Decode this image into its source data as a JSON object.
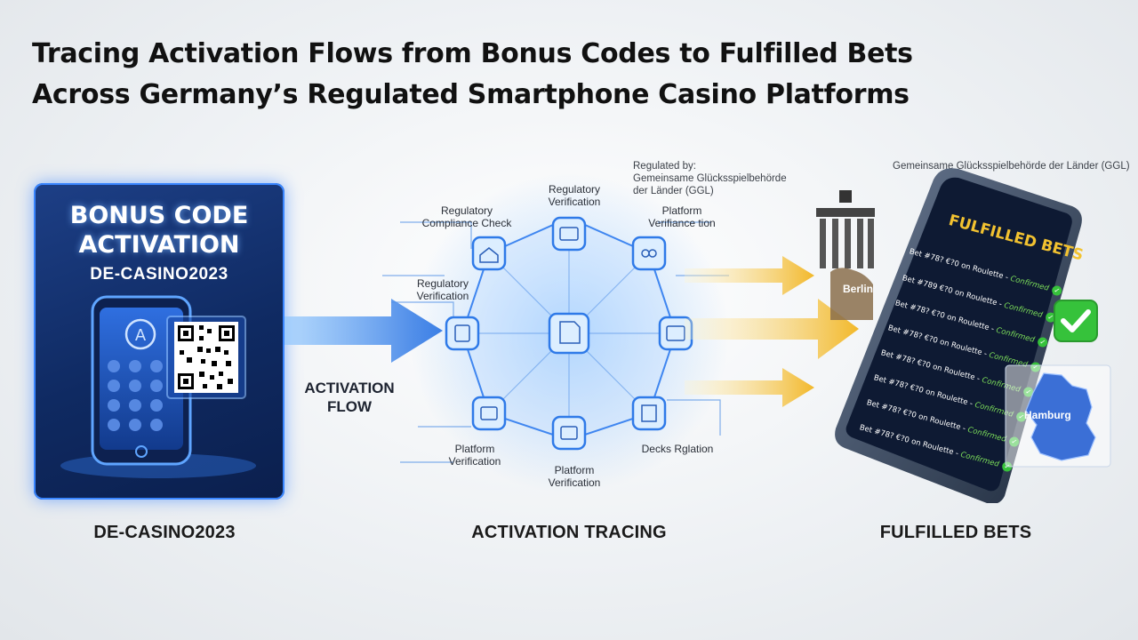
{
  "title": {
    "line1": "Tracing Activation Flows from Bonus Codes to Fulfilled Bets",
    "line2": "Across Germany’s Regulated Smartphone Casino Platforms"
  },
  "card": {
    "title_line1": "BONUS CODE",
    "title_line2": "ACTIVATION",
    "code": "DE-CASINO2023"
  },
  "flow": {
    "label_line1": "ACTIVATION",
    "label_line2": "FLOW"
  },
  "network": {
    "nodes": [
      {
        "id": "top",
        "line1": "Regulatory",
        "line2": "Verification"
      },
      {
        "id": "top-left",
        "line1": "Regulatory",
        "line2": "Compliance Check"
      },
      {
        "id": "top-right",
        "line1": "Platform",
        "line2": "Verifiance tion"
      },
      {
        "id": "left",
        "line1": "Regulatory",
        "line2": "Verification"
      },
      {
        "id": "bottom-left",
        "line1": "Platform",
        "line2": "Verification"
      },
      {
        "id": "bottom",
        "line1": "Platform",
        "line2": "Verification"
      },
      {
        "id": "bottom-right",
        "line1": "Decks Rglation",
        "line2": ""
      }
    ],
    "regulator_note": {
      "line1": "Regulated by:",
      "line2": "Gemeinsame Glücksspielbehörde",
      "line3": "der Länder (GGL)"
    }
  },
  "right": {
    "top_note": "Gemeinsame Glücksspielbehörde der Länder (GGL)",
    "phone_header": "FULFILLED BETS",
    "landmark_label": "Berlin",
    "map_label": "Hamburg",
    "bet_rows": [
      {
        "text": "Bet #78? €?0 on Roulette -",
        "status": "Confirmed"
      },
      {
        "text": "Bet #789 €?0 on Roulette -",
        "status": "Confirmed"
      },
      {
        "text": "Bet #78? €?0 on Roulette -",
        "status": "Confirmed"
      },
      {
        "text": "Bet #78? €?0 on Roulette -",
        "status": "Confirmed"
      },
      {
        "text": "Bet #78? €?0 on Roulette -",
        "status": "Confirmed"
      },
      {
        "text": "Bet #78? €?0 on Roulette -",
        "status": "Confirmed"
      },
      {
        "text": "Bet #78? €?0 on Roulette -",
        "status": "Confirmed"
      },
      {
        "text": "Bet #78? €?0 on Roulette -",
        "status": "Confirmed"
      }
    ]
  },
  "captions": {
    "left": "DE-CASINO2023",
    "middle": "ACTIVATION TRACING",
    "right": "FULFILLED BETS"
  },
  "colors": {
    "blue_glow": "#3a86ff",
    "card_bg": "#0f2a62",
    "gold_arrow": "#f5c542",
    "check_green": "#36c23b",
    "phone_header_gold": "#f2c230"
  }
}
